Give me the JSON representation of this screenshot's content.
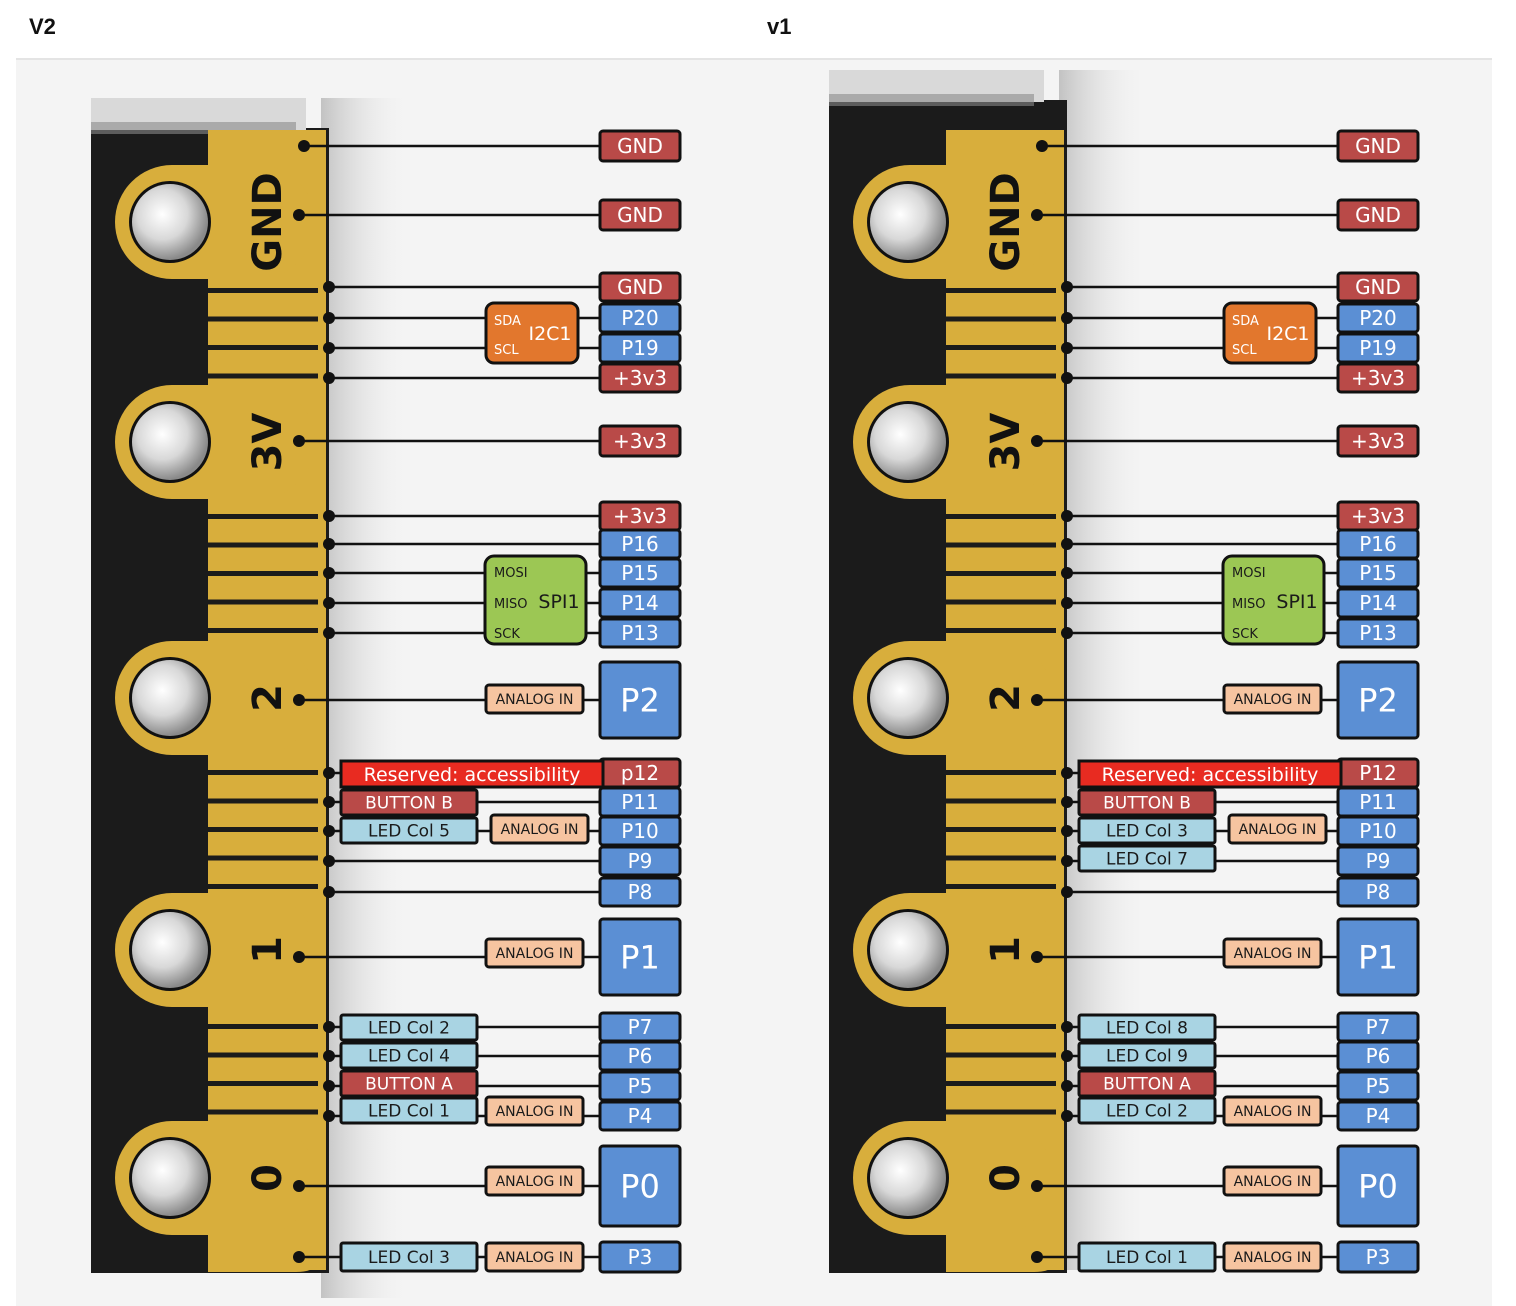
{
  "headers": {
    "left": "V2",
    "right": "v1"
  },
  "colors": {
    "gold": "#d8ae3c",
    "board": "#1b1b1b",
    "gnd_power": "#b94a48",
    "gpio": "#5b8fd4",
    "led_col": "#a9d4e3",
    "button": "#b94a48",
    "analog_in": "#f6c4a0",
    "i2c": "#e2772d",
    "spi": "#9cc754",
    "reserved": "#e82b21"
  },
  "pads": {
    "gnd": "GND",
    "v3": "3V",
    "p2": "2",
    "p1": "1",
    "p0": "0"
  },
  "pins": {
    "gnd": "GND",
    "v33": "+3v3",
    "p20": "P20",
    "p19": "P19",
    "p16": "P16",
    "p15": "P15",
    "p14": "P14",
    "p13": "P13",
    "p2": "P2",
    "p11": "P11",
    "p10": "P10",
    "p9": "P9",
    "p8": "P8",
    "p1": "P1",
    "p7": "P7",
    "p6": "P6",
    "p5": "P5",
    "p4": "P4",
    "p0": "P0",
    "p3": "P3"
  },
  "i2c": {
    "name": "I2C1",
    "sda": "SDA",
    "scl": "SCL"
  },
  "spi": {
    "name": "SPI1",
    "mosi": "MOSI",
    "miso": "MISO",
    "sck": "SCK"
  },
  "analog_in": "ANALOG IN",
  "reserved": "Reserved: accessibility",
  "button_a": "BUTTON A",
  "button_b": "BUTTON B",
  "v2": {
    "p12": "p12",
    "led_p10": "LED Col 5",
    "led_p7": "LED Col 2",
    "led_p6": "LED Col 4",
    "led_p4": "LED Col 1",
    "led_p3": "LED Col 3"
  },
  "v1": {
    "p12": "P12",
    "led_p10": "LED Col 3",
    "led_p9": "LED Col 7",
    "led_p7": "LED Col 8",
    "led_p6": "LED Col 9",
    "led_p4": "LED Col 2",
    "led_p3": "LED Col 1"
  }
}
